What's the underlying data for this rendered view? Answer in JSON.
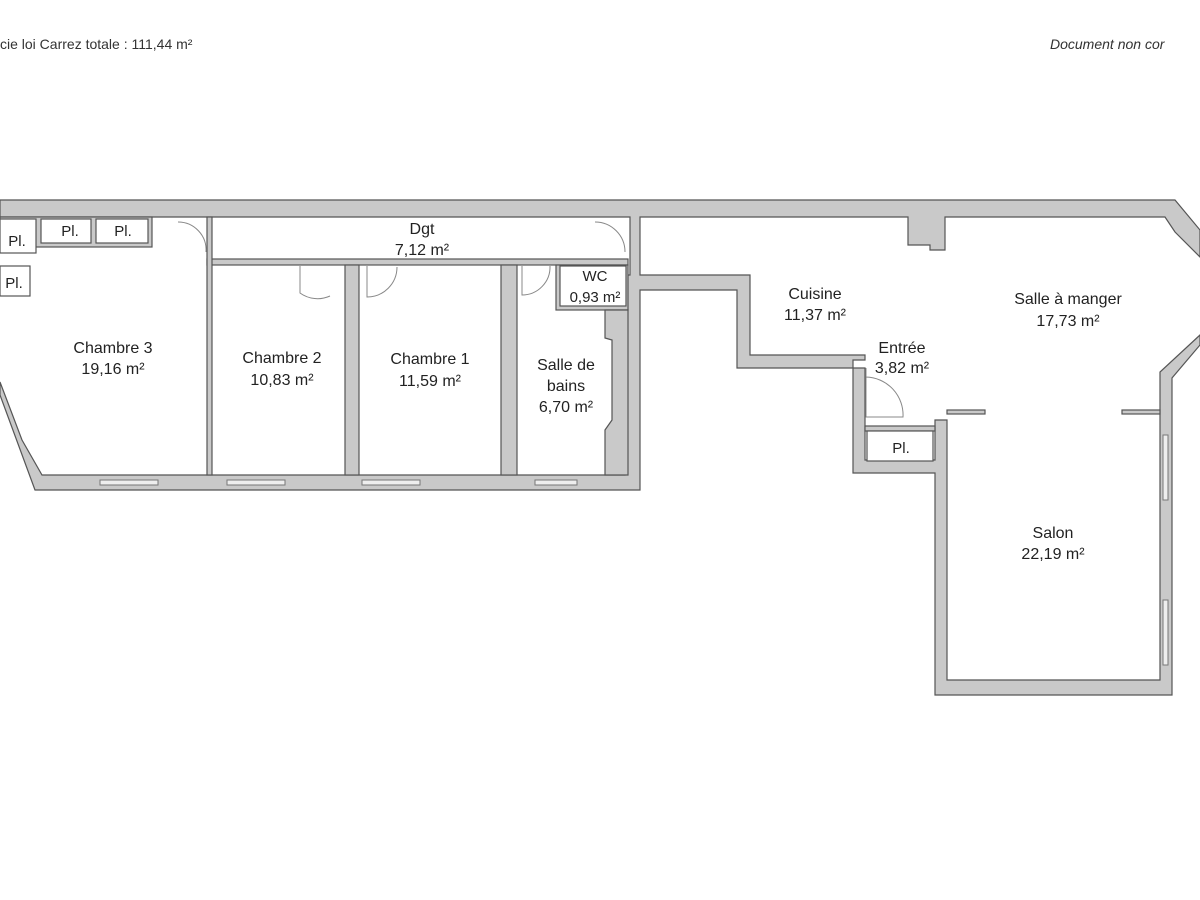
{
  "header": {
    "total_area": "cie loi Carrez totale :  111,44 m²",
    "disclaimer": "Document non cor"
  },
  "rooms": {
    "chambre3": {
      "name": "Chambre 3",
      "area": "19,16 m²"
    },
    "chambre2": {
      "name": "Chambre 2",
      "area": "10,83 m²"
    },
    "chambre1": {
      "name": "Chambre 1",
      "area": "11,59 m²"
    },
    "sdb": {
      "name1": "Salle de",
      "name2": "bains",
      "area": "6,70 m²"
    },
    "wc": {
      "name": "WC",
      "area": "0,93 m²"
    },
    "dgt": {
      "name": "Dgt",
      "area": "7,12 m²"
    },
    "cuisine": {
      "name": "Cuisine",
      "area": "11,37 m²"
    },
    "entree": {
      "name": "Entrée",
      "area": "3,82 m²"
    },
    "salle_a_manger": {
      "name": "Salle à manger",
      "area": "17,73 m²"
    },
    "salon": {
      "name": "Salon",
      "area": "22,19 m²"
    }
  },
  "closets": {
    "label": "Pl."
  },
  "colors": {
    "wall": "#c9c9c9",
    "outline": "#555555"
  }
}
